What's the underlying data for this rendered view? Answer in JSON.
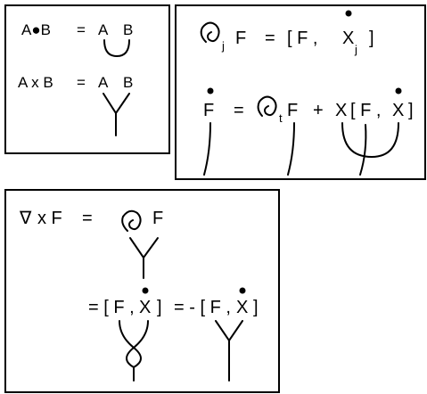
{
  "panel1": {
    "dot_product": {
      "lhs": "A●B",
      "eq": "=",
      "a": "A",
      "b": "B"
    },
    "cross_product": {
      "lhs": "A x B",
      "eq": "=",
      "a": "A",
      "b": "B"
    }
  },
  "panel2": {
    "eq1": {
      "partial": "∂",
      "sub": "j",
      "f": "F",
      "eq": "=",
      "bracket": "[ F ,",
      "x": "X",
      "xsub": "j",
      "close": "]"
    },
    "eq2": {
      "f": "F",
      "eq": "=",
      "partial": "∂",
      "sub": "t",
      "f2": "F",
      "plus": "+",
      "x": "X",
      "bracket": "[ F ,",
      "x2": "X",
      "close": "]"
    }
  },
  "panel3": {
    "lhs": {
      "nabla": "∇",
      "rest": "x F",
      "eq": "=",
      "partial": "∂",
      "f": "F"
    },
    "rhs": {
      "eq": "= [ F ,",
      "x": "X",
      "close": "]",
      "eq2": "= - [ F ,",
      "x2": "X",
      "close2": "]"
    }
  }
}
